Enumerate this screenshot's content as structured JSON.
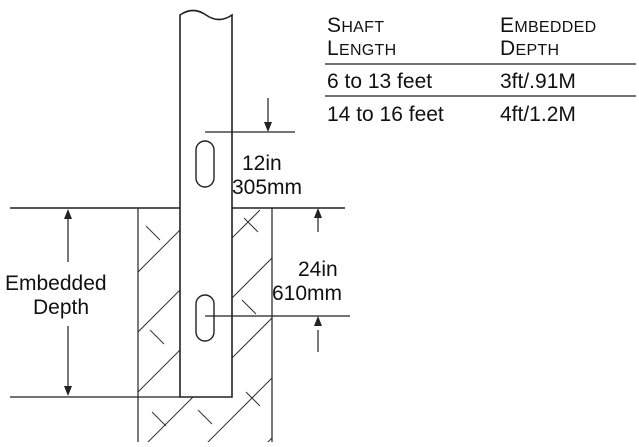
{
  "table": {
    "headers": [
      {
        "line1_cap": "S",
        "line1_rest": "HAFT",
        "line2_cap": "L",
        "line2_rest": "ENGTH"
      },
      {
        "line1_cap": "E",
        "line1_rest": "MBEDDED",
        "line2_cap": "D",
        "line2_rest": "EPTH"
      }
    ],
    "rows": [
      {
        "shaft_length": "6 to 13 feet",
        "embedded_depth": "3ft/.91M"
      },
      {
        "shaft_length": "14 to 16 feet",
        "embedded_depth": "4ft/1.2M"
      }
    ]
  },
  "labels": {
    "embedded_depth_line1": "Embedded",
    "embedded_depth_line2": "Depth",
    "hole_offset_in": "12in",
    "hole_offset_mm": "305mm",
    "hole_spacing_in": "24in",
    "hole_spacing_mm": "610mm"
  }
}
